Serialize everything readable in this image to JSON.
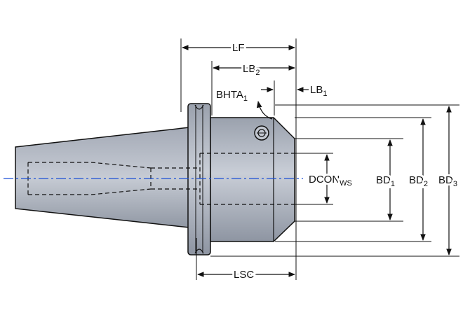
{
  "labels": {
    "lf": "LF",
    "lb2": {
      "main": "LB",
      "sub": "2"
    },
    "bhta1": {
      "main": "BHTA",
      "sub": "1"
    },
    "lb1": {
      "main": "LB",
      "sub": "1"
    },
    "dcon_ws": {
      "main": "DCON",
      "sub": "WS"
    },
    "bd1": {
      "main": "BD",
      "sub": "1"
    },
    "bd2": {
      "main": "BD",
      "sub": "2"
    },
    "bd3": {
      "main": "BD",
      "sub": "3"
    },
    "lsc": "LSC"
  },
  "colors": {
    "body": "#b9bfcb",
    "body_dark": "#8f96a3",
    "outline": "#111111",
    "centerline": "#1a4fd6",
    "line": "#111111"
  }
}
